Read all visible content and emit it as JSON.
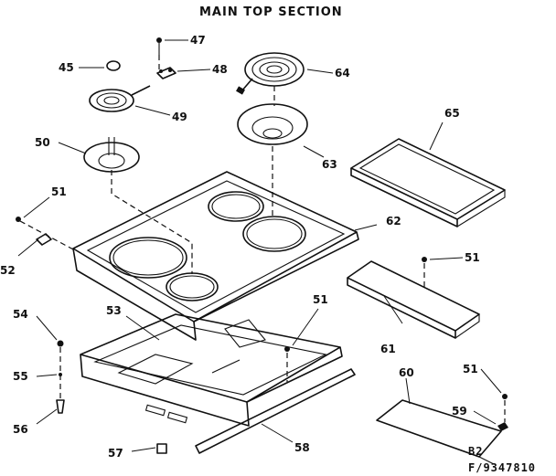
{
  "title": "MAIN TOP SECTION",
  "footer": {
    "code1": "B2",
    "code2": "F/9347810"
  },
  "callouts": {
    "p45": "45",
    "p47": "47",
    "p48": "48",
    "p49": "49",
    "p50": "50",
    "p51a": "51",
    "p51b": "51",
    "p51c": "51",
    "p51d": "51",
    "p52": "52",
    "p53": "53",
    "p54": "54",
    "p55": "55",
    "p56": "56",
    "p57": "57",
    "p58": "58",
    "p59": "59",
    "p60": "60",
    "p61": "61",
    "p62": "62",
    "p63": "63",
    "p64": "64",
    "p65": "65"
  }
}
